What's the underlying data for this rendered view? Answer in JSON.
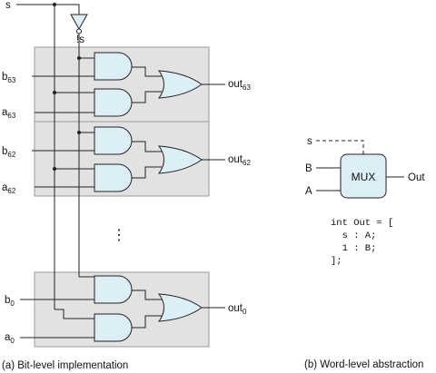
{
  "bit_level": {
    "select_label": "s",
    "inverted_select_label": "!s",
    "stages": [
      {
        "b": "b",
        "b_sub": "63",
        "a": "a",
        "a_sub": "63",
        "out": "out",
        "out_sub": "63"
      },
      {
        "b": "b",
        "b_sub": "62",
        "a": "a",
        "a_sub": "62",
        "out": "out",
        "out_sub": "62"
      },
      {
        "b": "b",
        "b_sub": "0",
        "a": "a",
        "a_sub": "0",
        "out": "out",
        "out_sub": "0"
      }
    ],
    "ellipsis": "⋮",
    "caption": "(a) Bit-level implementation"
  },
  "word_level": {
    "select_label": "s",
    "input_b": "B",
    "input_a": "A",
    "mux_label": "MUX",
    "output_label": "Out",
    "code": [
      "int Out = [",
      "  s : A;",
      "  1 : B;",
      "];"
    ],
    "caption": "(b) Word-level abstraction"
  },
  "colors": {
    "gate_fill": "#dceef6",
    "panel_fill": "#e2e2e2",
    "line": "#222222"
  }
}
